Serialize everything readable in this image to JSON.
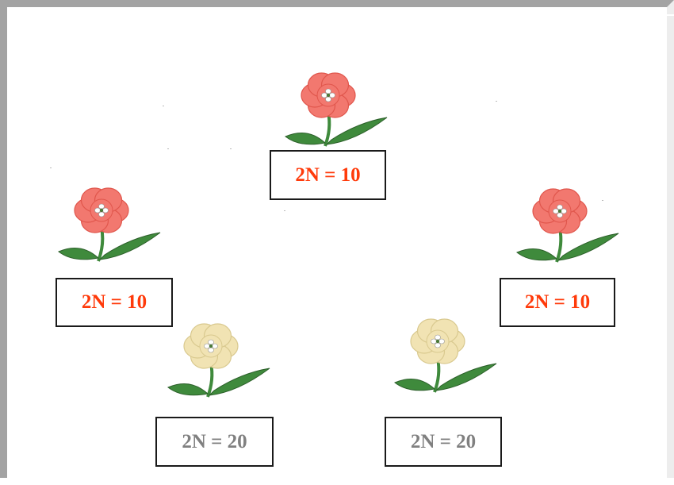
{
  "colors": {
    "red_flower_petal": "#f2786f",
    "red_flower_petal_dark": "#e0564c",
    "yellow_flower_petal": "#f1e3b3",
    "yellow_flower_petal_dark": "#d9c98f",
    "leaf": "#3f8a3c",
    "red_label_text": "#ff3a0a",
    "gray_label_text": "#808080"
  },
  "plants": [
    {
      "id": "top",
      "flower_color": "red",
      "label": "2N = 10"
    },
    {
      "id": "middle-left",
      "flower_color": "red",
      "label": "2N = 10"
    },
    {
      "id": "middle-right",
      "flower_color": "red",
      "label": "2N = 10"
    },
    {
      "id": "bottom-left",
      "flower_color": "yellow",
      "label": "2N = 20"
    },
    {
      "id": "bottom-right",
      "flower_color": "yellow",
      "label": "2N = 20"
    }
  ]
}
